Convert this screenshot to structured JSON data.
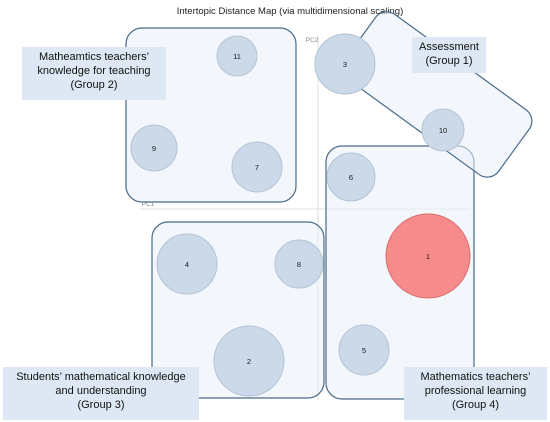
{
  "title": "Intertopic Distance Map (via multidimensional scaling)",
  "axes": {
    "pc1_label": "PC1",
    "pc2_label": "PC2"
  },
  "colors": {
    "topic_fill": "#cbd9e8",
    "topic_stroke": "#b3c4d6",
    "highlight_fill": "#f58b8b",
    "highlight_stroke": "#d96d6d",
    "group_fill": "#e9f1f9",
    "group_stroke": "#4a6a88",
    "label_background": "#dde8f4"
  },
  "topics": [
    {
      "id": "1",
      "highlighted": true
    },
    {
      "id": "2",
      "highlighted": false
    },
    {
      "id": "3",
      "highlighted": false
    },
    {
      "id": "4",
      "highlighted": false
    },
    {
      "id": "5",
      "highlighted": false
    },
    {
      "id": "6",
      "highlighted": false
    },
    {
      "id": "7",
      "highlighted": false
    },
    {
      "id": "8",
      "highlighted": false
    },
    {
      "id": "9",
      "highlighted": false
    },
    {
      "id": "10",
      "highlighted": false
    },
    {
      "id": "11",
      "highlighted": false
    }
  ],
  "groups": [
    {
      "key": "group2",
      "lines": [
        "Matheamtics teachers’",
        "knowledge for teaching",
        "(Group 2)"
      ]
    },
    {
      "key": "group1",
      "lines": [
        "Assessment",
        "(Group 1)"
      ]
    },
    {
      "key": "group3",
      "lines": [
        "Students’ mathematical knowledge",
        "and understanding",
        "(Group 3)"
      ]
    },
    {
      "key": "group4",
      "lines": [
        "Mathematics teachers’",
        "professional learning",
        "(Group 4)"
      ]
    }
  ]
}
